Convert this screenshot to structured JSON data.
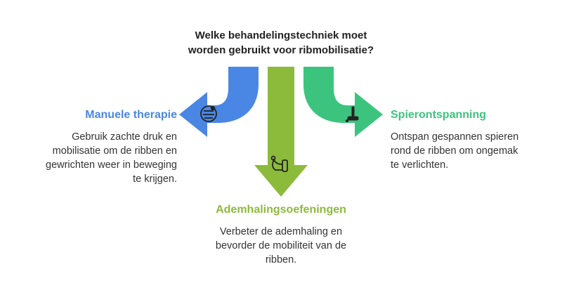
{
  "question": {
    "line1": "Welke behandelingstechniek moet",
    "line2": "worden gebruikt voor ribmobilisatie?"
  },
  "options": {
    "left": {
      "title": "Manuele therapie",
      "description_lines": [
        "Gebruik zachte druk en",
        "mobilisatie om de ribben en",
        "gewrichten weer in beweging",
        "te krijgen."
      ],
      "color": "#4a87e4",
      "icon": "massage-icon"
    },
    "center": {
      "title": "Ademhalingsoefeningen",
      "description_lines": [
        "Verbeter de ademhaling en",
        "bevorder de mobiliteit van de",
        "ribben."
      ],
      "color": "#8cbb3c",
      "icon": "inhaler-icon"
    },
    "right": {
      "title": "Spierontspanning",
      "description_lines": [
        "Ontspan gespannen spieren",
        "rond de ribben om ongemak",
        "te verlichten."
      ],
      "color": "#3cc47e",
      "icon": "massage-roller-icon"
    }
  }
}
